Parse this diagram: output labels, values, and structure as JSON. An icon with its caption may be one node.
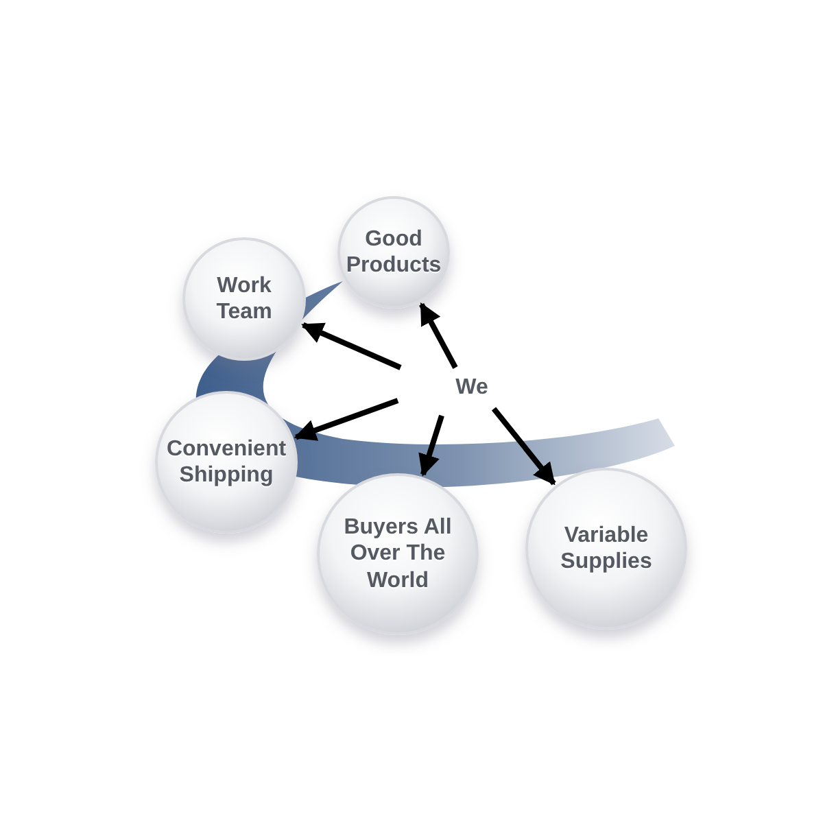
{
  "diagram": {
    "nodes": [
      {
        "text": [
          "We"
        ]
      },
      {
        "text": [
          "Good Products"
        ]
      },
      {
        "text": [
          "Work Team"
        ]
      },
      {
        "text": [
          "Convenient Shipping"
        ]
      },
      {
        "text": [
          "Buyers All Over The World"
        ]
      },
      {
        "text": [
          "Variable Supplies"
        ]
      }
    ],
    "edges": [
      {
        "from": 0,
        "to": 1,
        "arrow": "to"
      },
      {
        "from": 0,
        "to": 2,
        "arrow": "to"
      },
      {
        "from": 0,
        "to": 3,
        "arrow": "to"
      },
      {
        "from": 0,
        "to": 4,
        "arrow": "to"
      },
      {
        "from": 0,
        "to": 5,
        "arrow": "to"
      }
    ]
  }
}
